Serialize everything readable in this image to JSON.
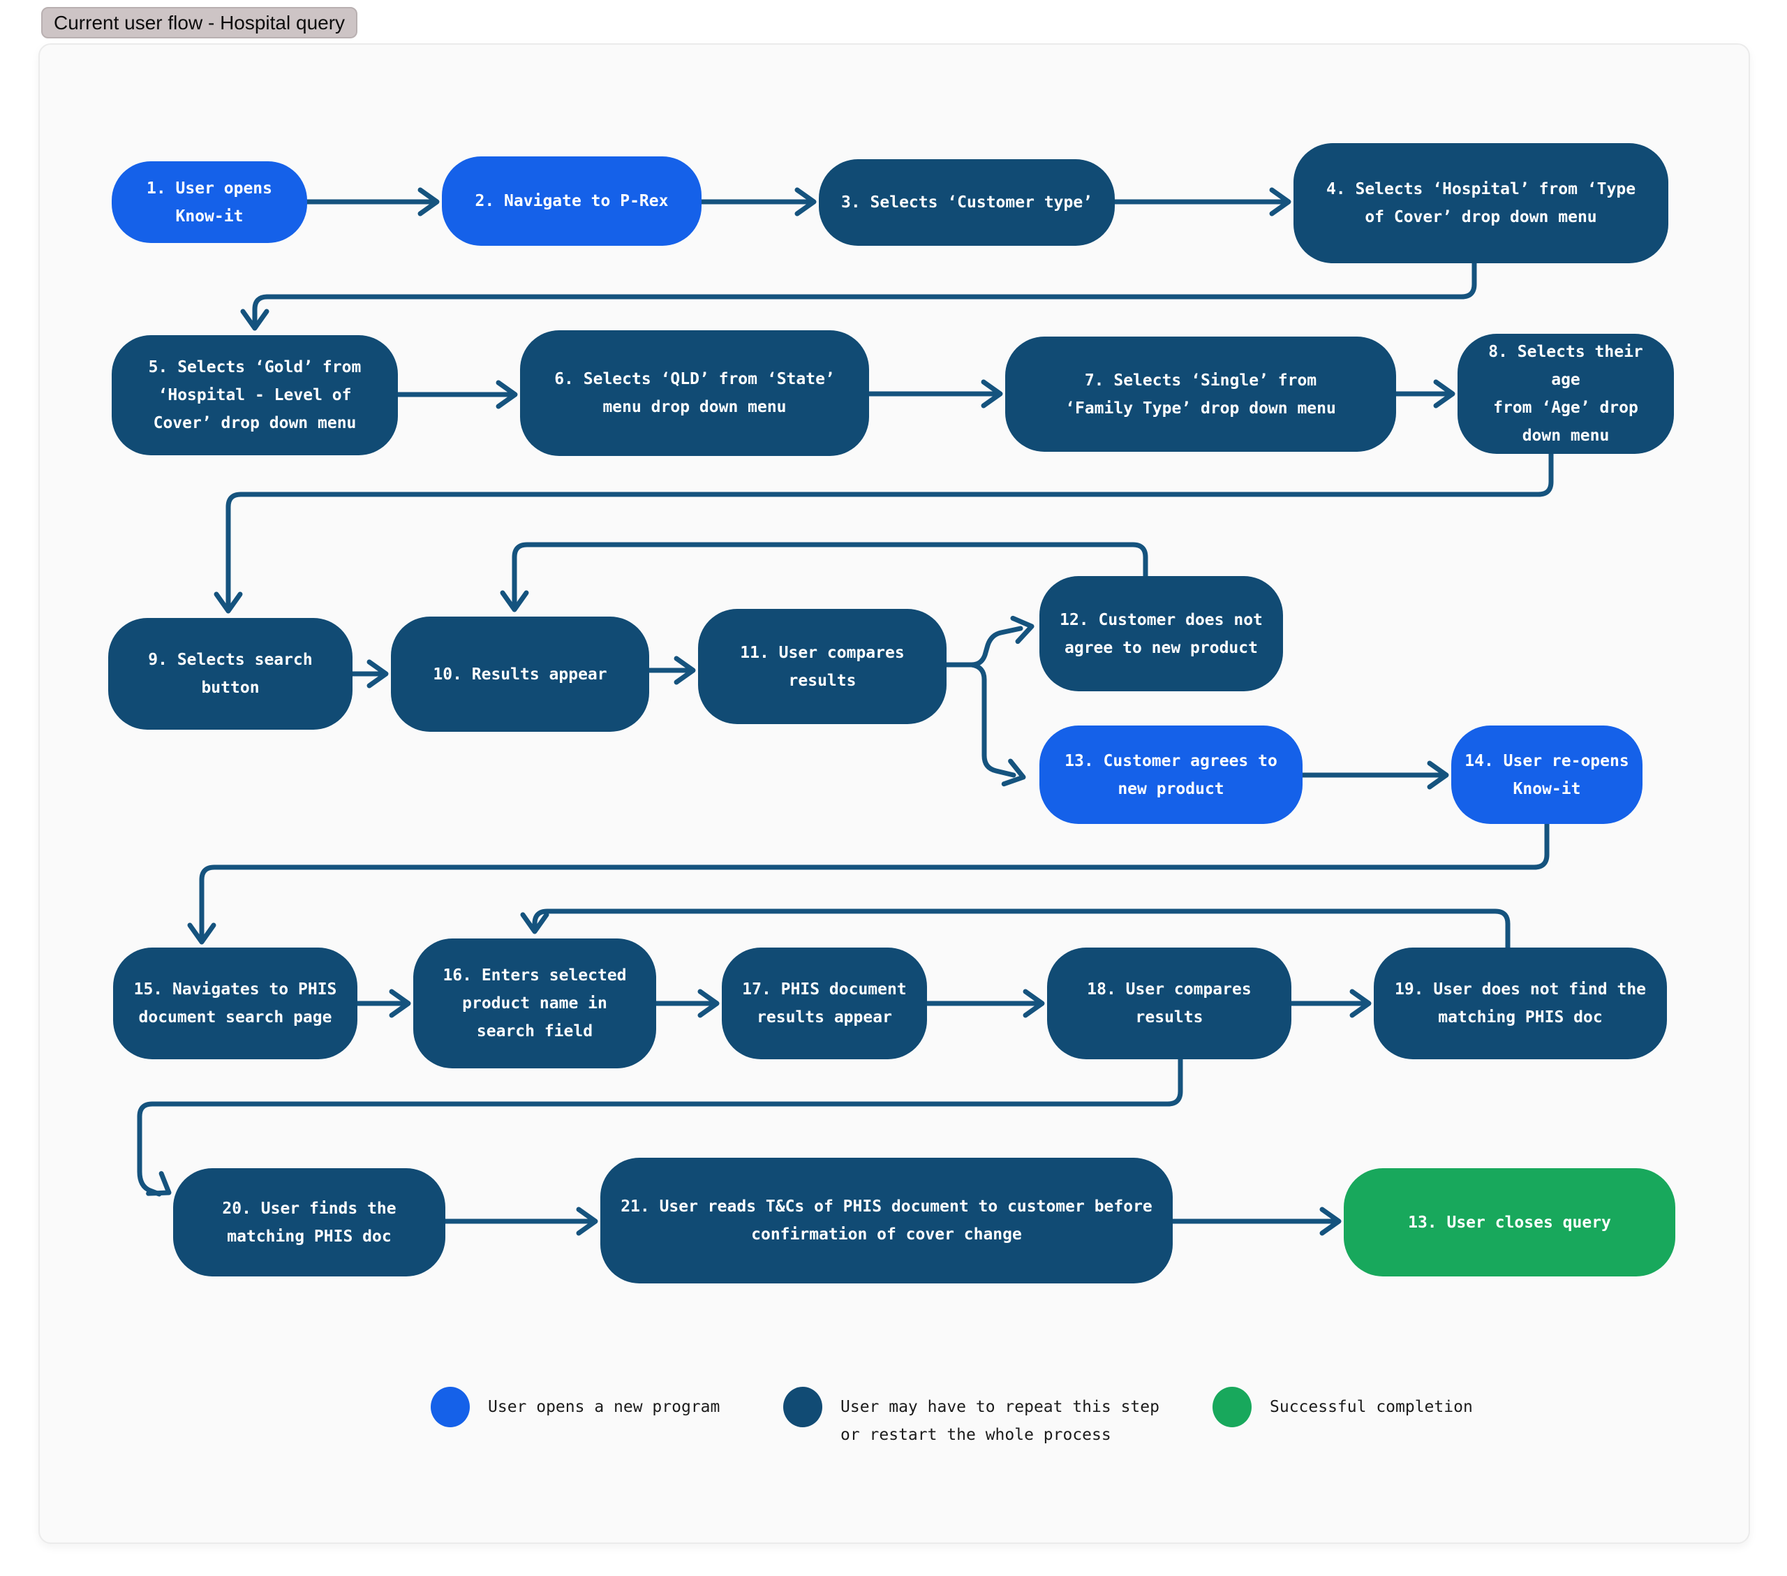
{
  "title_tag": "Current user flow - Hospital query",
  "colors": {
    "primary_blue": "#1561e9",
    "dark_navy": "#114b74",
    "success_green": "#18a85c",
    "connector": "#15537e",
    "tag_bg": "#cdc4c5",
    "card_bg": "#fafafa"
  },
  "nodes": [
    {
      "id": "n1",
      "type": "blue",
      "label": "1. User opens\nKnow-it"
    },
    {
      "id": "n2",
      "type": "blue",
      "label": "2. Navigate to P-Rex"
    },
    {
      "id": "n3",
      "type": "dark",
      "label": "3. Selects ‘Customer type’"
    },
    {
      "id": "n4",
      "type": "dark",
      "label": "4. Selects ‘Hospital’ from ‘Type\nof Cover’ drop down menu"
    },
    {
      "id": "n5",
      "type": "dark",
      "label": "5. Selects ‘Gold’ from\n‘Hospital - Level of\nCover’ drop down menu"
    },
    {
      "id": "n6",
      "type": "dark",
      "label": "6. Selects ‘QLD’ from ‘State’\nmenu drop down menu"
    },
    {
      "id": "n7",
      "type": "dark",
      "label": "7. Selects ‘Single’ from\n‘Family Type’ drop down menu"
    },
    {
      "id": "n8",
      "type": "dark",
      "label": "8. Selects their age\nfrom ‘Age’ drop\ndown menu"
    },
    {
      "id": "n9",
      "type": "dark",
      "label": "9. Selects search\nbutton"
    },
    {
      "id": "n10",
      "type": "dark",
      "label": "10. Results appear"
    },
    {
      "id": "n11",
      "type": "dark",
      "label": "11. User compares\nresults"
    },
    {
      "id": "n12",
      "type": "dark",
      "label": "12. Customer does not\nagree to new product"
    },
    {
      "id": "n13",
      "type": "blue",
      "label": "13. Customer agrees to\nnew product"
    },
    {
      "id": "n14",
      "type": "blue",
      "label": "14. User re-opens\nKnow-it"
    },
    {
      "id": "n15",
      "type": "dark",
      "label": "15. Navigates to PHIS\ndocument search page"
    },
    {
      "id": "n16",
      "type": "dark",
      "label": "16. Enters selected\nproduct name in\nsearch field"
    },
    {
      "id": "n17",
      "type": "dark",
      "label": "17. PHIS document\nresults appear"
    },
    {
      "id": "n18",
      "type": "dark",
      "label": "18. User compares\nresults"
    },
    {
      "id": "n19",
      "type": "dark",
      "label": "19. User does not find the\nmatching PHIS doc"
    },
    {
      "id": "n20",
      "type": "dark",
      "label": "20. User finds the\nmatching PHIS doc"
    },
    {
      "id": "n21",
      "type": "dark",
      "label": "21. User reads T&Cs of PHIS document to customer before\nconfirmation of cover change"
    },
    {
      "id": "n22",
      "type": "green",
      "label": "13. User closes query"
    }
  ],
  "legend": [
    {
      "swatch": "blue",
      "label": "User opens a new program"
    },
    {
      "swatch": "dark",
      "label": "User may have to repeat this step\nor restart the whole process"
    },
    {
      "swatch": "green",
      "label": "Successful completion"
    }
  ]
}
